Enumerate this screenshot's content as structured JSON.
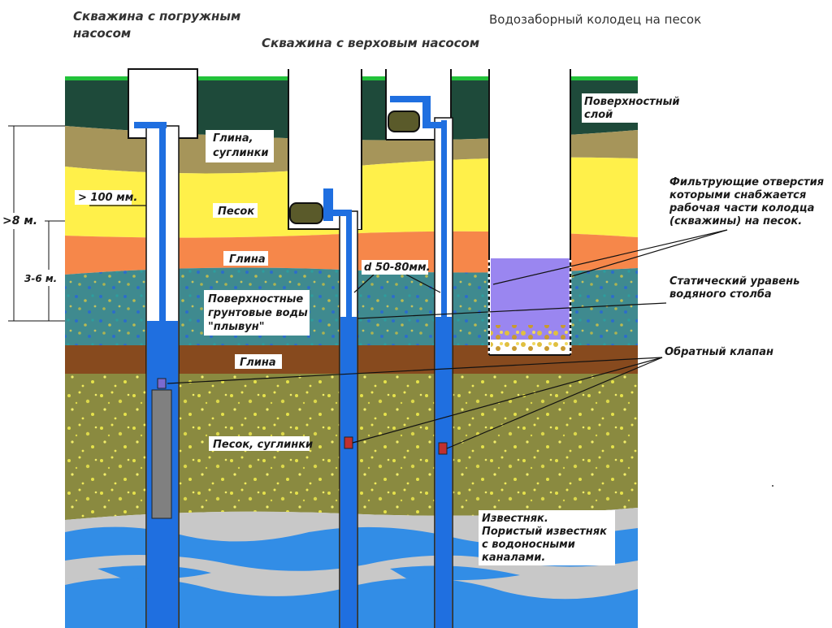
{
  "titles": {
    "submersible": [
      "Скважина с погружным",
      "насосом"
    ],
    "surface_pump": "Скважина с верховым насосом",
    "sand_well": "Водозаборный колодец на песок"
  },
  "dimensions": {
    "depth_total": ">8 м.",
    "depth_range": "3-6 м.",
    "diameter_outer": "> 100 мм.",
    "diameter_inner": "d 50-80мм."
  },
  "layers": {
    "surface": [
      "Поверхностный",
      "слой"
    ],
    "clay_loam": [
      "Глина,",
      "суглинки"
    ],
    "sand": "Песок",
    "clay_1": "Глина",
    "groundwater": [
      "Поверхностные",
      "грунтовые воды",
      "\"плывун\""
    ],
    "clay_2": "Глина",
    "sand_loam": "Песок, суглинки",
    "limestone": [
      "Известняк.",
      "Пористый известняк",
      "с водоносными",
      "каналами."
    ]
  },
  "annotations": {
    "filter_holes": [
      "Фильтрующие отверстия",
      "которыми снабжается",
      "рабочая части колодца",
      "(скважины) на песок."
    ],
    "static_level": [
      "Статический уравень",
      "водяного столба"
    ],
    "check_valve": "Обратный клапан"
  },
  "colors": {
    "surface_layer": "#1e4a3a",
    "grass": "#22c23a",
    "clay_loam": "#a6955a",
    "sand": "#fff04a",
    "clay_orange": "#f6874a",
    "groundwater": "#3f8a8f",
    "clay_brown": "#874a1e",
    "sand_loam": "#8a8a40",
    "limestone": "#c8c8c8",
    "water_channels": "#2a8ae8",
    "pipe": "#1f6fe0",
    "well_water": "#9a86f0"
  }
}
